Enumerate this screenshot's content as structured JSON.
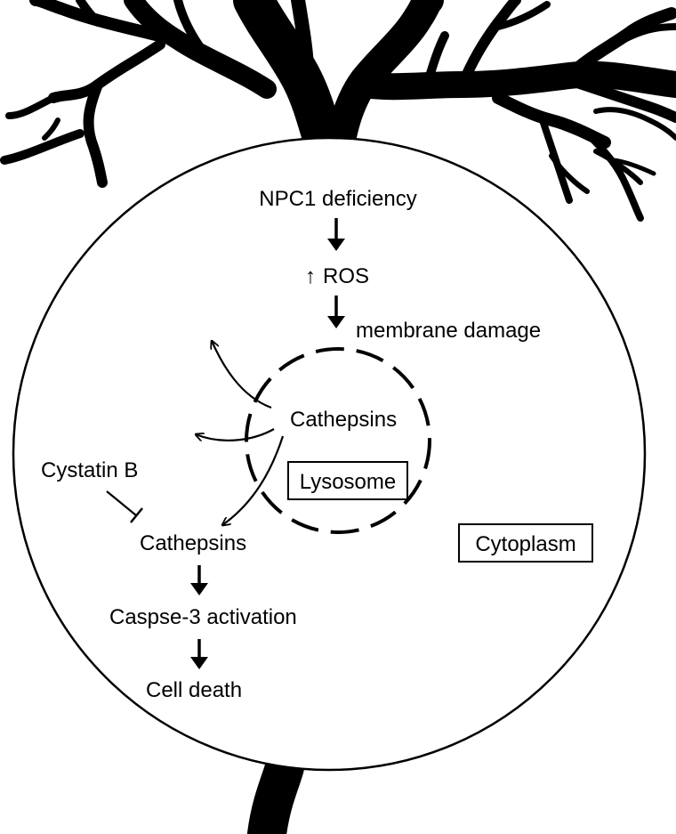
{
  "diagram": {
    "pathway": {
      "trigger": "NPC1 deficiency",
      "ros_arrow": "↑",
      "ros": "ROS",
      "damage": "membrane damage"
    },
    "lysosome": {
      "contents": "Cathepsins",
      "label": "Lysosome"
    },
    "cytoplasm": {
      "inhibitor": "Cystatin B",
      "released": "Cathepsins",
      "activation": "Caspse-3 activation",
      "outcome": "Cell death",
      "label": "Cytoplasm"
    }
  },
  "colors": {
    "ink": "#000000",
    "background": "#ffffff"
  },
  "icons": {
    "dendrites": "neuron-dendrite-silhouette",
    "axon": "axon-silhouette"
  }
}
